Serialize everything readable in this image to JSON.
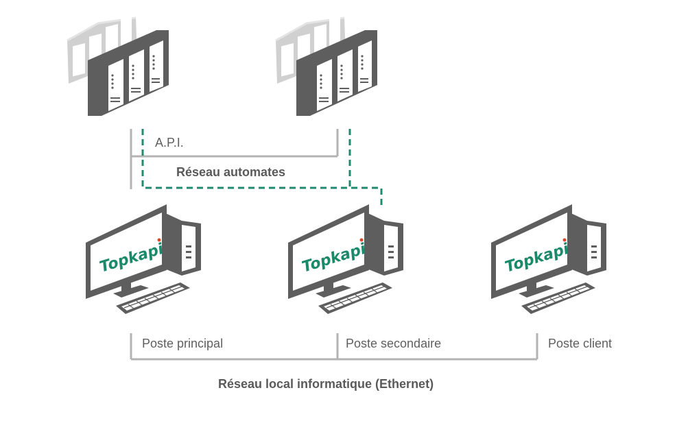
{
  "labels": {
    "api": "A.P.I.",
    "plc_network": "Réseau automates",
    "main_station": "Poste principal",
    "secondary_station": "Poste secondaire",
    "client_station": "Poste client",
    "lan": "Réseau local informatique (Ethernet)"
  },
  "logo_text": "Topkapi",
  "colors": {
    "device_dark": "#5e5e5e",
    "device_light": "#cfcfcf",
    "line_gray": "#b3b3b3",
    "dashed_green": "#1f8a6e",
    "logo_green": "#1a8a6a",
    "logo_dot": "#d94a2b"
  },
  "icons": [
    "plc-rack-icon",
    "workstation-icon"
  ]
}
